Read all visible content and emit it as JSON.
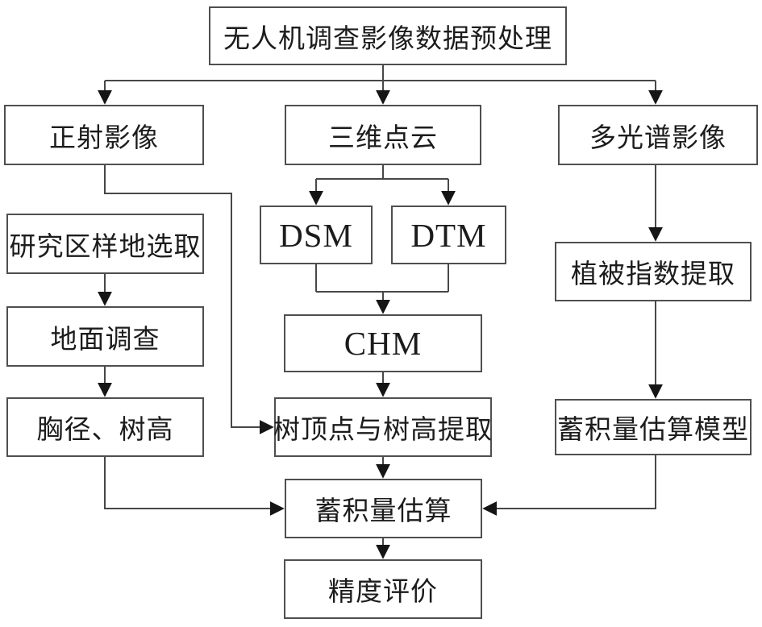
{
  "diagram": {
    "type": "flowchart",
    "language": "zh-CN",
    "colors": {
      "background": "#ffffff",
      "node_border": "#4f4f4f",
      "connector_line": "#474747",
      "arrowhead": "#151515",
      "text": "#1c1c1c"
    },
    "nodes": {
      "preprocess": {
        "label": "无人机调查影像数据预处理"
      },
      "ortho": {
        "label": "正射影像"
      },
      "pointcloud": {
        "label": "三维点云"
      },
      "multispectral": {
        "label": "多光谱影像"
      },
      "plot_selection": {
        "label": "研究区样地选取"
      },
      "ground_survey": {
        "label": "地面调查"
      },
      "dbh_height": {
        "label": "胸径、树高"
      },
      "dsm": {
        "label": "DSM"
      },
      "dtm": {
        "label": "DTM"
      },
      "chm": {
        "label": "CHM"
      },
      "treetop": {
        "label": "树顶点与树高提取"
      },
      "stock": {
        "label": "蓄积量估算"
      },
      "accuracy": {
        "label": "精度评价"
      },
      "vegindex": {
        "label": "植被指数提取"
      },
      "model": {
        "label": "蓄积量估算模型"
      }
    },
    "edges": [
      {
        "from": "preprocess",
        "to": "ortho"
      },
      {
        "from": "preprocess",
        "to": "pointcloud"
      },
      {
        "from": "preprocess",
        "to": "multispectral"
      },
      {
        "from": "ortho",
        "to": "treetop"
      },
      {
        "from": "plot_selection",
        "to": "ground_survey"
      },
      {
        "from": "ground_survey",
        "to": "dbh_height"
      },
      {
        "from": "dbh_height",
        "to": "stock"
      },
      {
        "from": "pointcloud",
        "to": "dsm"
      },
      {
        "from": "pointcloud",
        "to": "dtm"
      },
      {
        "from": "dsm",
        "to": "chm"
      },
      {
        "from": "dtm",
        "to": "chm"
      },
      {
        "from": "chm",
        "to": "treetop"
      },
      {
        "from": "treetop",
        "to": "stock"
      },
      {
        "from": "stock",
        "to": "accuracy"
      },
      {
        "from": "multispectral",
        "to": "vegindex"
      },
      {
        "from": "vegindex",
        "to": "model"
      },
      {
        "from": "model",
        "to": "stock"
      }
    ]
  }
}
